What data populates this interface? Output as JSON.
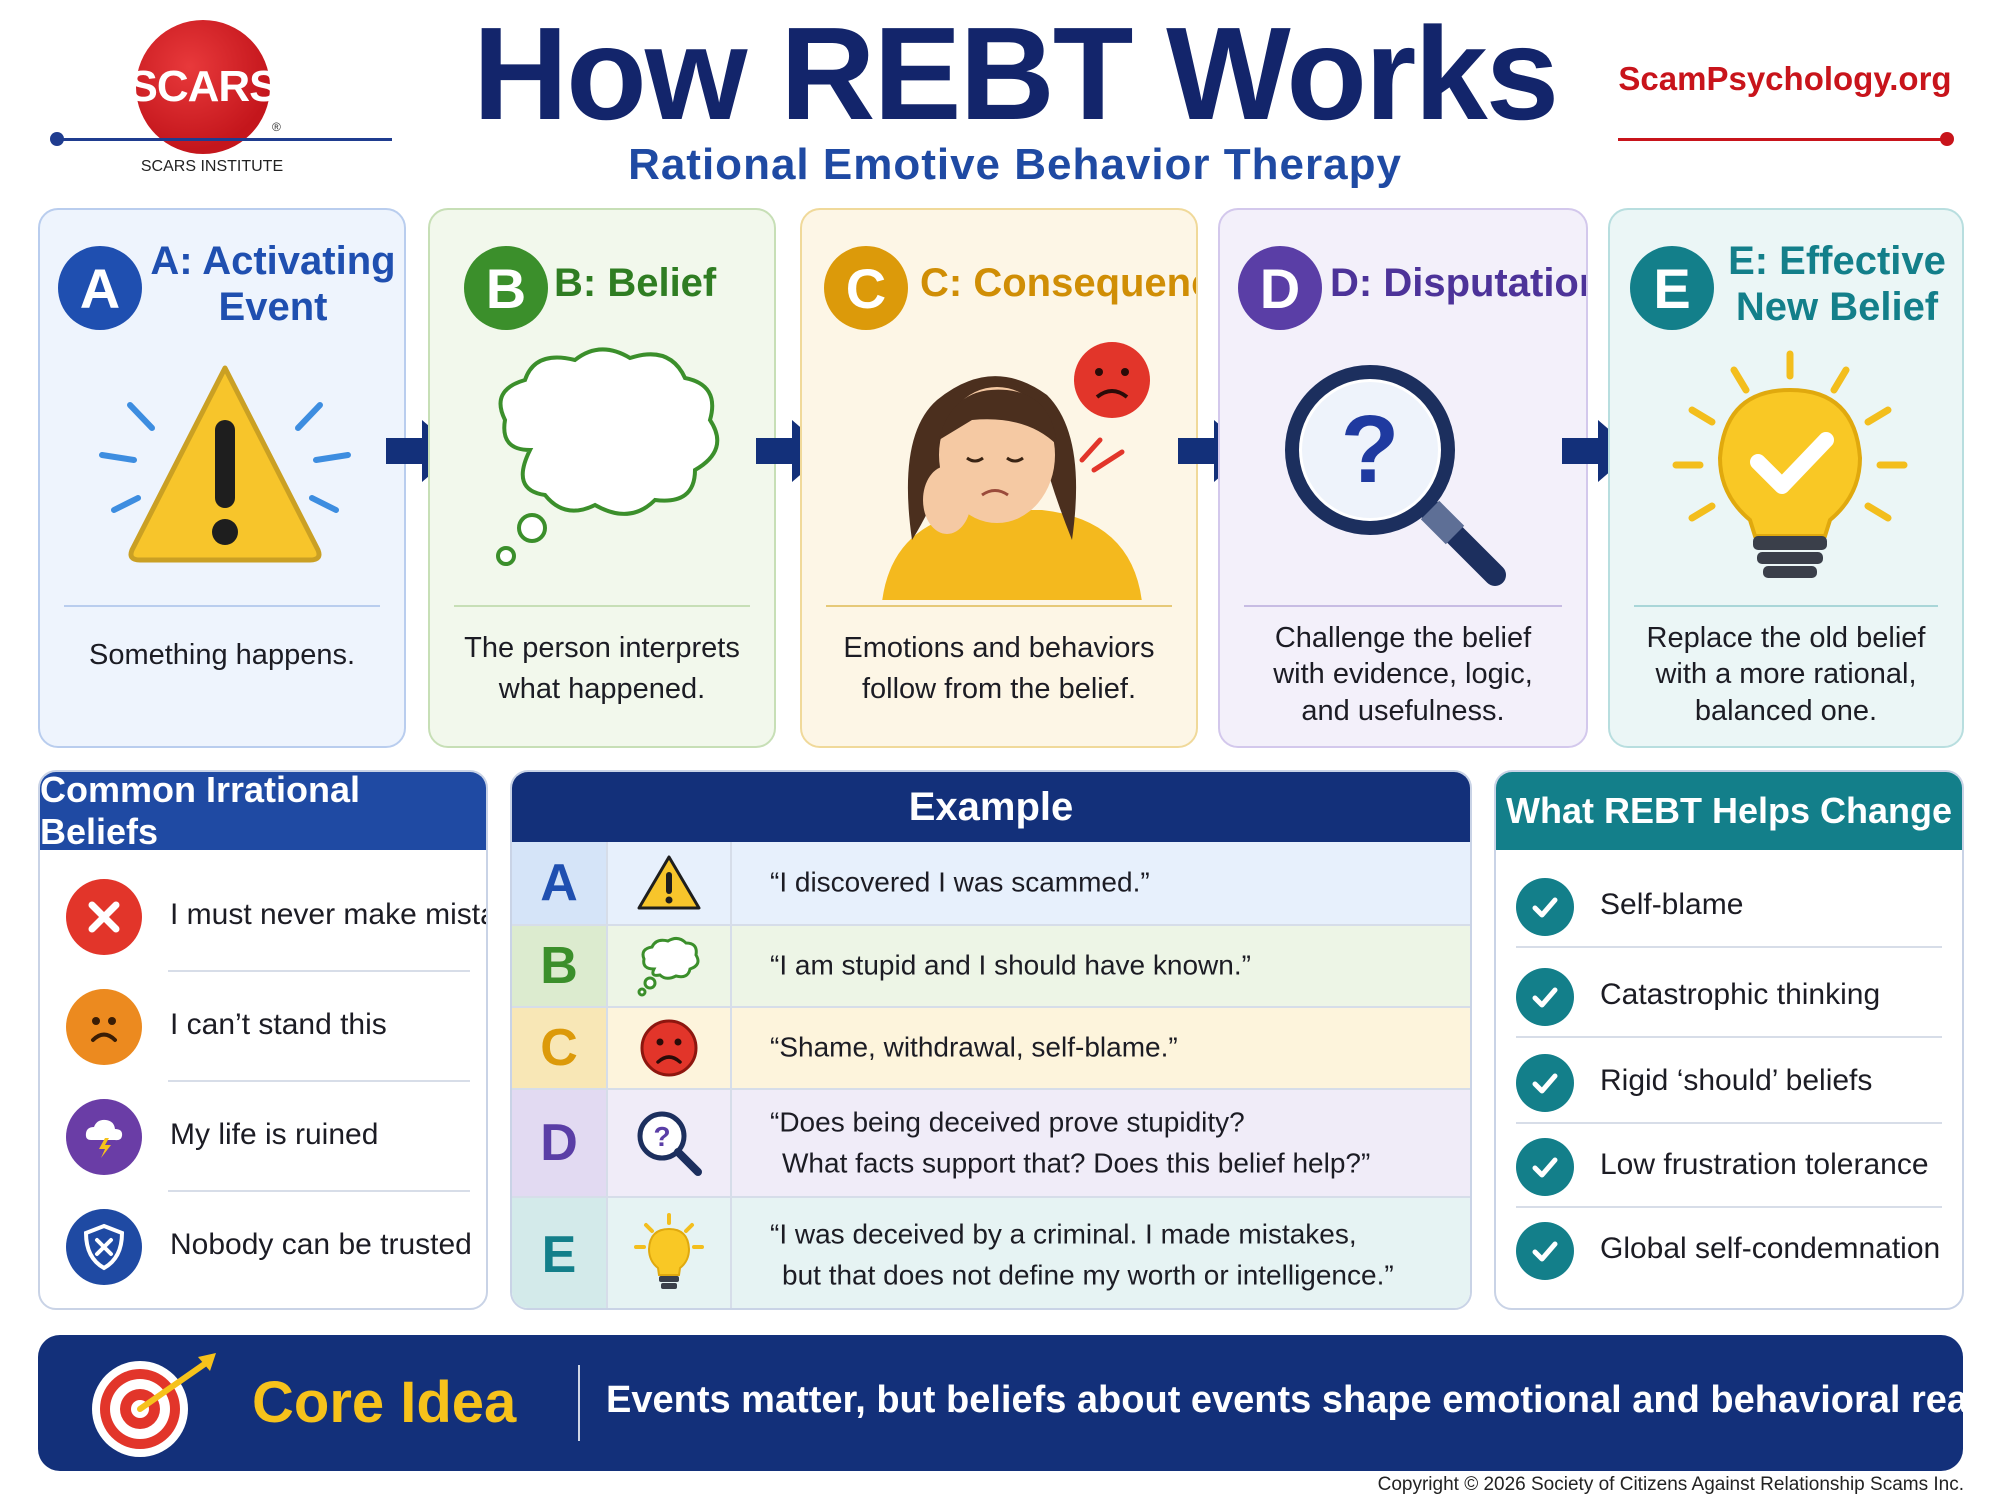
{
  "header": {
    "logo_text": "SCARS",
    "logo_registered": "®",
    "logo_subtitle": "SCARS INSTITUTE",
    "title": "How REBT Works",
    "subtitle": "Rational Emotive Behavior Therapy",
    "site": "ScamPsychology.org"
  },
  "colors": {
    "navy": "#13256b",
    "brand_red": "#c8141b",
    "a_blue": "#1f4fb0",
    "b_green": "#3b8f2b",
    "c_orange": "#dc9a0a",
    "d_purple": "#5a3ea6",
    "e_teal": "#137f8a",
    "core_gold": "#f6c21b"
  },
  "steps": [
    {
      "letter": "A",
      "title_line1": "A: Activating",
      "title_line2": "Event",
      "desc_line1": "Something happens.",
      "desc_line2": "",
      "desc_line3": "",
      "icon": "warning-icon"
    },
    {
      "letter": "B",
      "title_line1": "B: Belief",
      "title_line2": "",
      "desc_line1": "The person interprets",
      "desc_line2": "what happened.",
      "desc_line3": "",
      "icon": "thought-bubble-icon"
    },
    {
      "letter": "C",
      "title_line1": "C: Consequence",
      "title_line2": "",
      "desc_line1": "Emotions and behaviors",
      "desc_line2": "follow from the belief.",
      "desc_line3": "",
      "icon": "sad-person-icon"
    },
    {
      "letter": "D",
      "title_line1": "D: Disputation",
      "title_line2": "",
      "desc_line1": "Challenge the belief",
      "desc_line2": "with evidence, logic,",
      "desc_line3": "and usefulness.",
      "icon": "magnifier-question-icon"
    },
    {
      "letter": "E",
      "title_line1": "E: Effective",
      "title_line2": "New Belief",
      "desc_line1": "Replace the old belief",
      "desc_line2": "with a more rational,",
      "desc_line3": "balanced one.",
      "icon": "lightbulb-check-icon"
    }
  ],
  "irrational": {
    "title": "Common Irrational Beliefs",
    "items": [
      {
        "text": "I must never make mistakes",
        "icon": "x-circle-icon"
      },
      {
        "text": "I can’t stand this",
        "icon": "sad-face-icon"
      },
      {
        "text": "My life is ruined",
        "icon": "storm-cloud-icon"
      },
      {
        "text": "Nobody can be trusted",
        "icon": "shield-x-icon"
      }
    ]
  },
  "example": {
    "title": "Example",
    "rows": [
      {
        "letter": "A",
        "line1": "“I discovered I was scammed.”",
        "line2": "",
        "icon": "warning-icon"
      },
      {
        "letter": "B",
        "line1": "“I am stupid and I should have known.”",
        "line2": "",
        "icon": "thought-bubble-icon"
      },
      {
        "letter": "C",
        "line1": "“Shame, withdrawal, self-blame.”",
        "line2": "",
        "icon": "sad-face-icon"
      },
      {
        "letter": "D",
        "line1": "“Does being deceived prove stupidity?",
        "line2": "What facts support that? Does this belief help?”",
        "icon": "magnifier-question-icon"
      },
      {
        "letter": "E",
        "line1": "“I was deceived by a criminal.  I made mistakes,",
        "line2": "but that does not define my worth or intelligence.”",
        "icon": "lightbulb-icon"
      }
    ]
  },
  "changes": {
    "title": "What REBT Helps Change",
    "items": [
      "Self-blame",
      "Catastrophic thinking",
      "Rigid ‘should’ beliefs",
      "Low frustration tolerance",
      "Global self-condemnation"
    ]
  },
  "core": {
    "label": "Core Idea",
    "text": "Events matter, but beliefs about events shape emotional and behavioral reactions.",
    "icon": "target-icon"
  },
  "copyright": "Copyright © 2026 Society of Citizens Against Relationship Scams Inc."
}
